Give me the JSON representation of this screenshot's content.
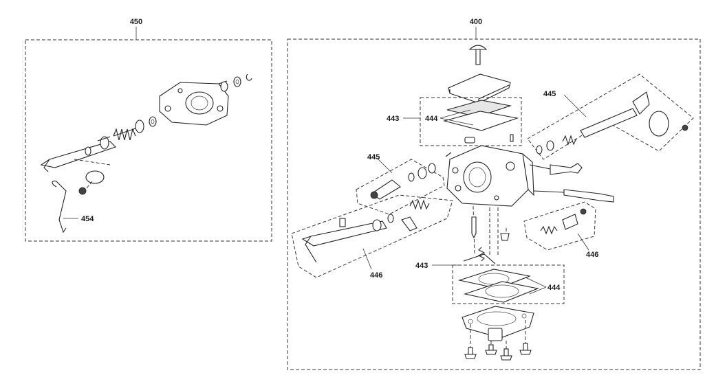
{
  "diagram": {
    "groups": {
      "g450": {
        "label": "450",
        "sub": {
          "l454": "454"
        }
      },
      "g400": {
        "label": "400",
        "sub": {
          "l443a": "443",
          "l444a": "444",
          "l445a": "445",
          "l445b": "445",
          "l446a": "446",
          "l446b": "446",
          "l443b": "443",
          "l444b": "444"
        }
      }
    }
  }
}
